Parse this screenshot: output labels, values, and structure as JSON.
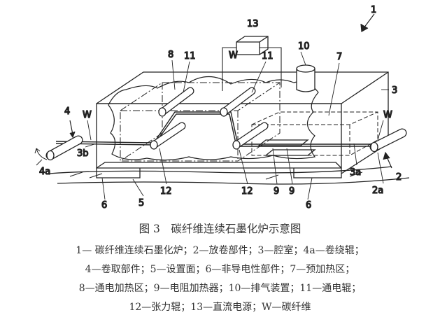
{
  "labels": {
    "n1": "1",
    "n2": "2",
    "n2a": "2a",
    "n3": "3",
    "n3a": "3a",
    "n3b": "3b",
    "n4": "4",
    "n4a": "4a",
    "n5": "5",
    "n6_left": "6",
    "n6_right": "6",
    "n7": "7",
    "n8": "8",
    "n9_a": "9",
    "n9_b": "9",
    "n10": "10",
    "n11_a": "11",
    "n11_b": "11",
    "n12_a": "12",
    "n12_b": "12",
    "n13": "13",
    "w_top": "W",
    "w_left": "W",
    "w_right": "W"
  },
  "caption": "图 3　碳纤维连续石墨化炉示意图",
  "legend": [
    "1— 碳纤维连续石墨化炉；2—放卷部件；3—腔室；4a—卷绕辊；",
    "4—卷取部件；5—设置面；6—非导电性部件；7—预加热区；",
    "8—通电加热区；9—电阻加热器；10—排气装置；11—通电辊；",
    "12—张力辊；13—直流电源；W—碳纤维"
  ]
}
